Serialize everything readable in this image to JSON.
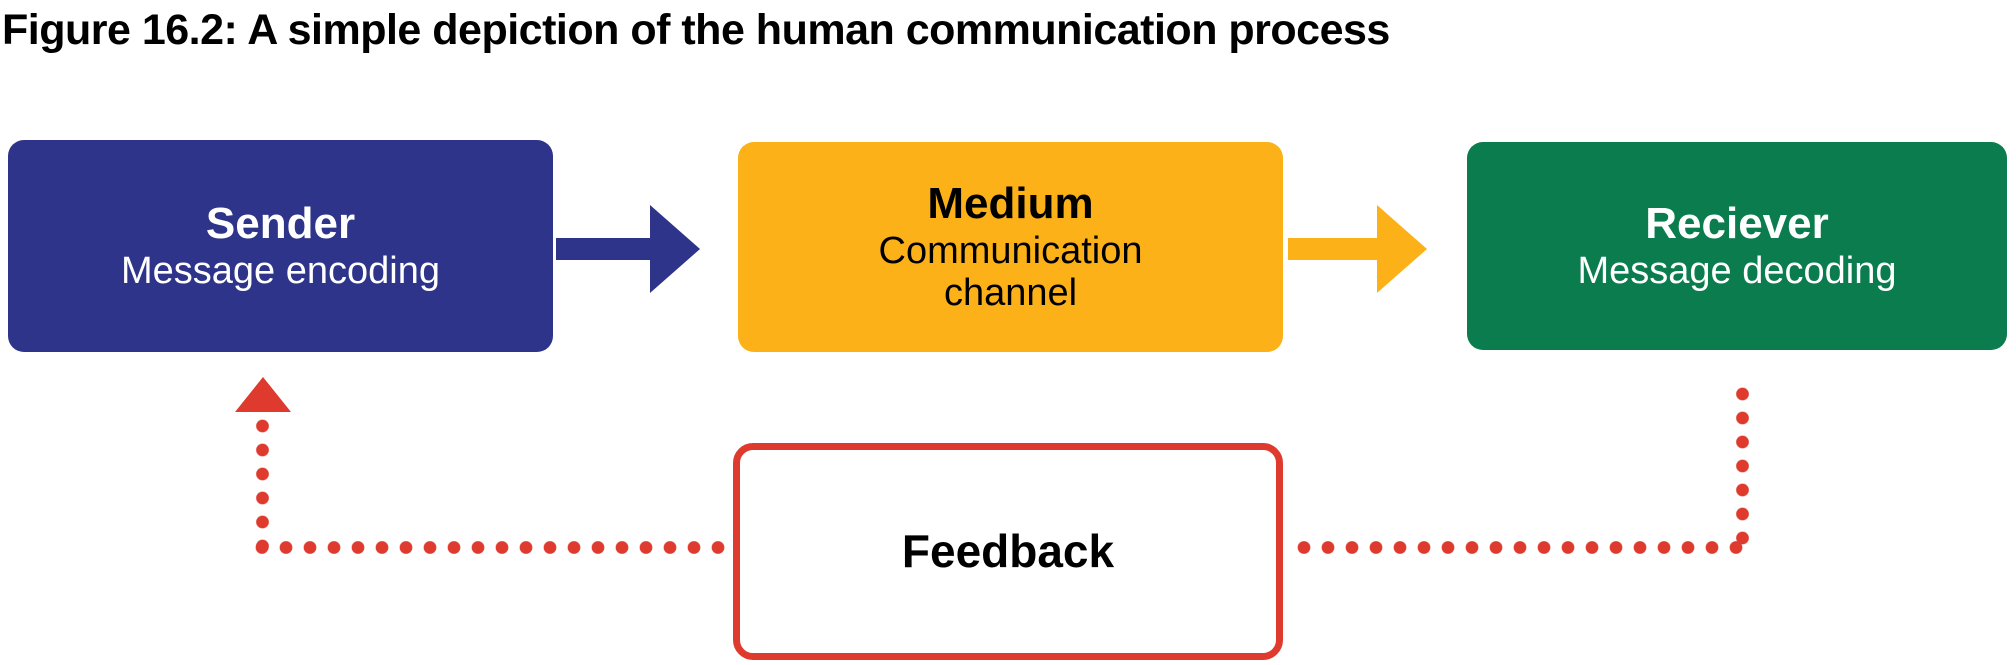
{
  "figure": {
    "title": "Figure 16.2: A simple depiction of the human communication process"
  },
  "colors": {
    "blue": "#2D3489",
    "yellow": "#FBB117",
    "green": "#0A7C4E",
    "red": "#DE3A2E",
    "text-dark": "#000000",
    "text-light": "#FFFFFF"
  },
  "nodes": {
    "sender": {
      "title": "Sender",
      "subtitle": "Message encoding"
    },
    "medium": {
      "title": "Medium",
      "subtitle": "Communication channel"
    },
    "receiver": {
      "title": "Reciever",
      "subtitle": "Message decoding"
    },
    "feedback": {
      "title": "Feedback"
    }
  },
  "connections": [
    {
      "from": "Sender",
      "to": "Medium",
      "style": "solid-arrow",
      "color": "#2D3489"
    },
    {
      "from": "Medium",
      "to": "Reciever",
      "style": "solid-arrow",
      "color": "#FBB117"
    },
    {
      "from": "Reciever",
      "to": "Feedback",
      "style": "dotted-line",
      "color": "#DE3A2E"
    },
    {
      "from": "Feedback",
      "to": "Sender",
      "style": "dotted-arrow",
      "color": "#DE3A2E"
    }
  ]
}
